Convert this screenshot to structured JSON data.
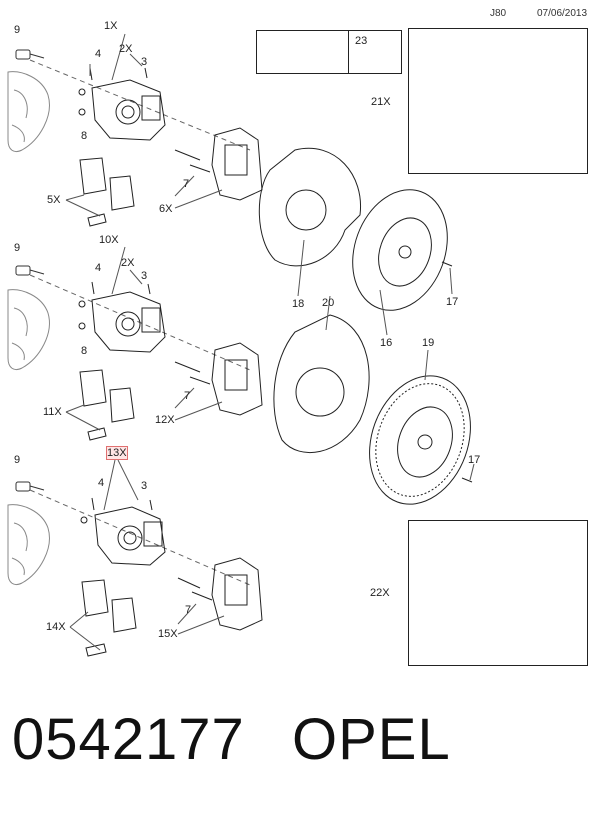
{
  "header": {
    "code": "J80",
    "date": "07/06/2013"
  },
  "icons": {
    "book_icon": "manual-book-wrench-icon",
    "tool_number": "23",
    "tool_icon": "special-tool-icon"
  },
  "callouts": {
    "c1x": "1X",
    "c2x_a": "2X",
    "c3_a": "3",
    "c4_a": "4",
    "c9_a": "9",
    "c8_a": "8",
    "c5x": "5X",
    "c7_a": "7",
    "c6x": "6X",
    "c9_b": "9",
    "c10x": "10X",
    "c4_b": "4",
    "c2x_b": "2X",
    "c3_b": "3",
    "c8_b": "8",
    "c11x": "11X",
    "c7_b": "7",
    "c12x": "12X",
    "c9_c": "9",
    "c13x": "13X",
    "c4_c": "4",
    "c3_c": "3",
    "c14x": "14X",
    "c7_c": "7",
    "c15x": "15X",
    "c18": "18",
    "c20": "20",
    "c16": "16",
    "c17_a": "17",
    "c19": "19",
    "c17_b": "17",
    "c21x": "21X",
    "c22x": "22X"
  },
  "footer": {
    "part_number": "0542177",
    "brand": "OPEL"
  }
}
